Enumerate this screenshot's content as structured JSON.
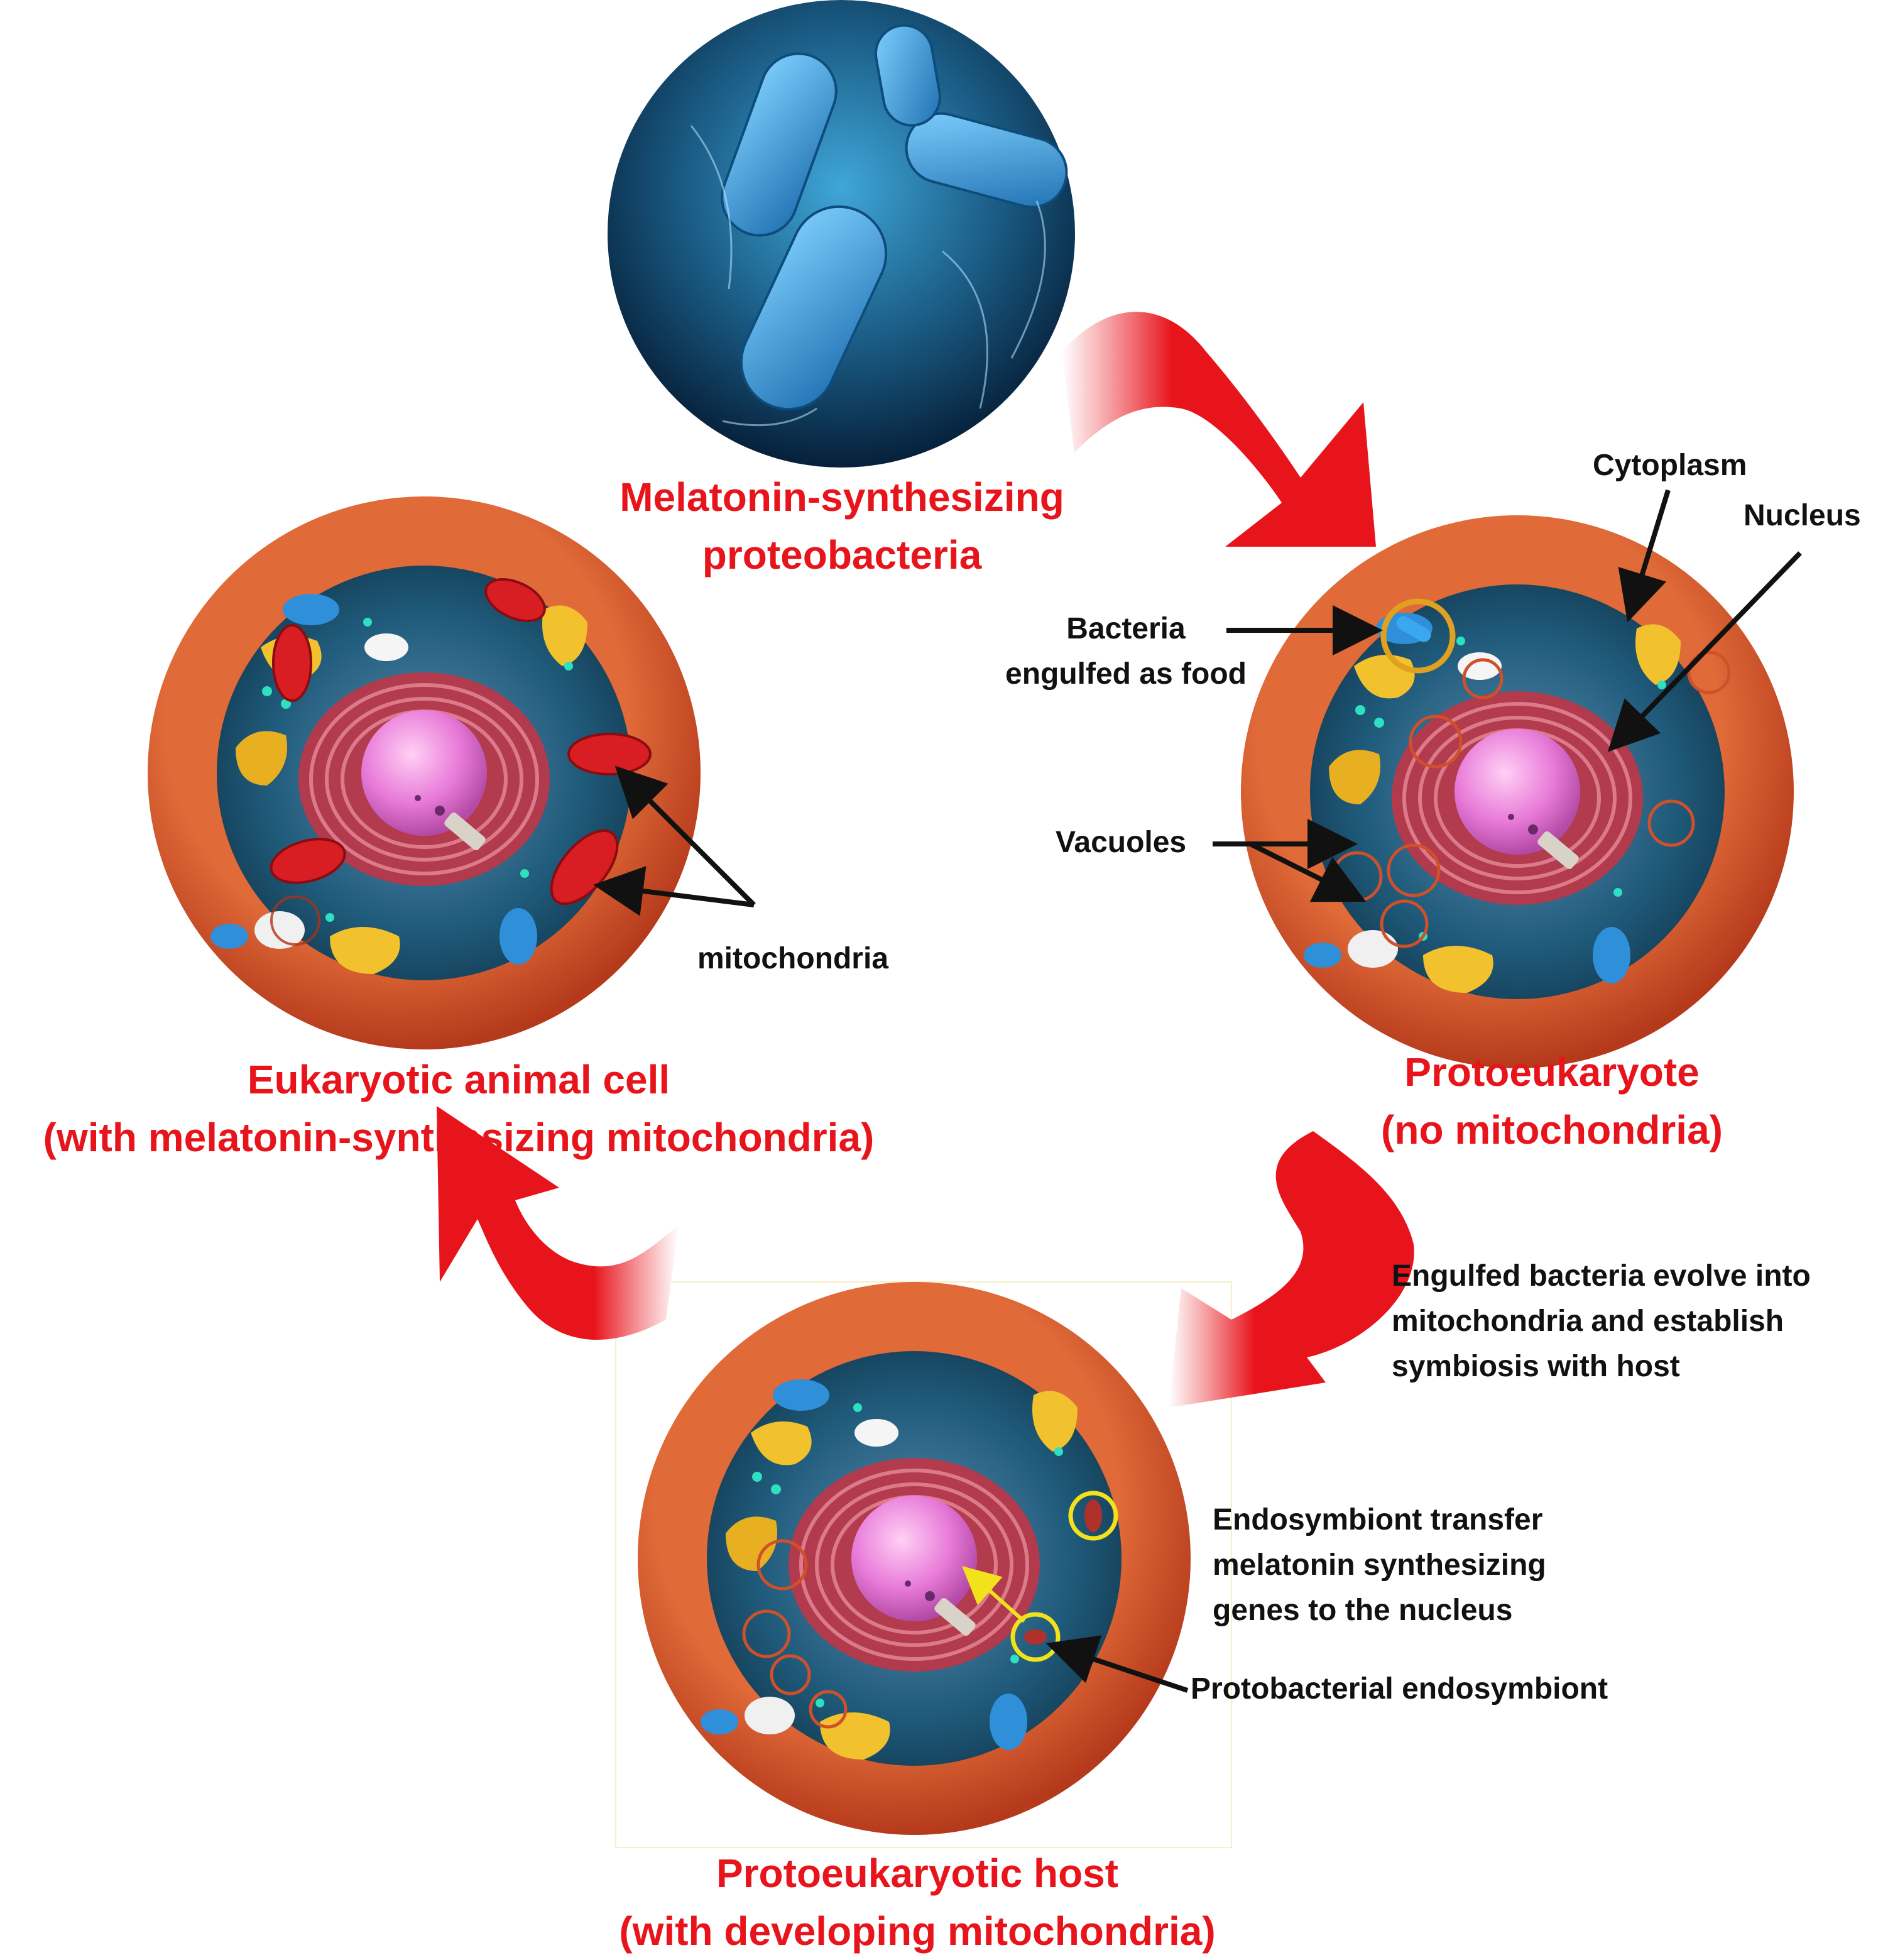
{
  "colors": {
    "title_red": "#e8141c",
    "arrow_red": "#e8141c",
    "cell_membrane": "#d9582e",
    "cytoplasm": "#1f5a7a",
    "nucleus": "#e87ad8",
    "bacteria_blue": "#2a7fc0",
    "highlight_gold": "#e0a020",
    "highlight_yellow": "#f2e21c",
    "label_black": "#111111"
  },
  "bacteria_panel": {
    "title_line1": "Melatonin-synthesizing",
    "title_line2": "proteobacteria"
  },
  "protoeukaryote": {
    "title_line1": "Protoeukaryote",
    "title_line2": "(no mitochondria)",
    "label_cytoplasm": "Cytoplasm",
    "label_nucleus": "Nucleus",
    "label_bacteria_line1": "Bacteria",
    "label_bacteria_line2": "engulfed as food",
    "label_vacuoles": "Vacuoles"
  },
  "eukaryote": {
    "title_line1": "Eukaryotic animal cell",
    "title_line2": "(with melatonin-synthesizing mitochondria)",
    "label_mitochondria": "mitochondria"
  },
  "host": {
    "title_line1": "Protoeukaryotic host",
    "title_line2": "(with developing mitochondria)",
    "label_transfer_line1": "Endosymbiont transfer",
    "label_transfer_line2": "melatonin synthesizing",
    "label_transfer_line3": "genes to the nucleus",
    "label_endosymbiont": "Protobacterial endosymbiont"
  },
  "evolve_note": {
    "line1": "Engulfed bacteria evolve into",
    "line2": "mitochondria and establish",
    "line3": "symbiosis with host"
  }
}
